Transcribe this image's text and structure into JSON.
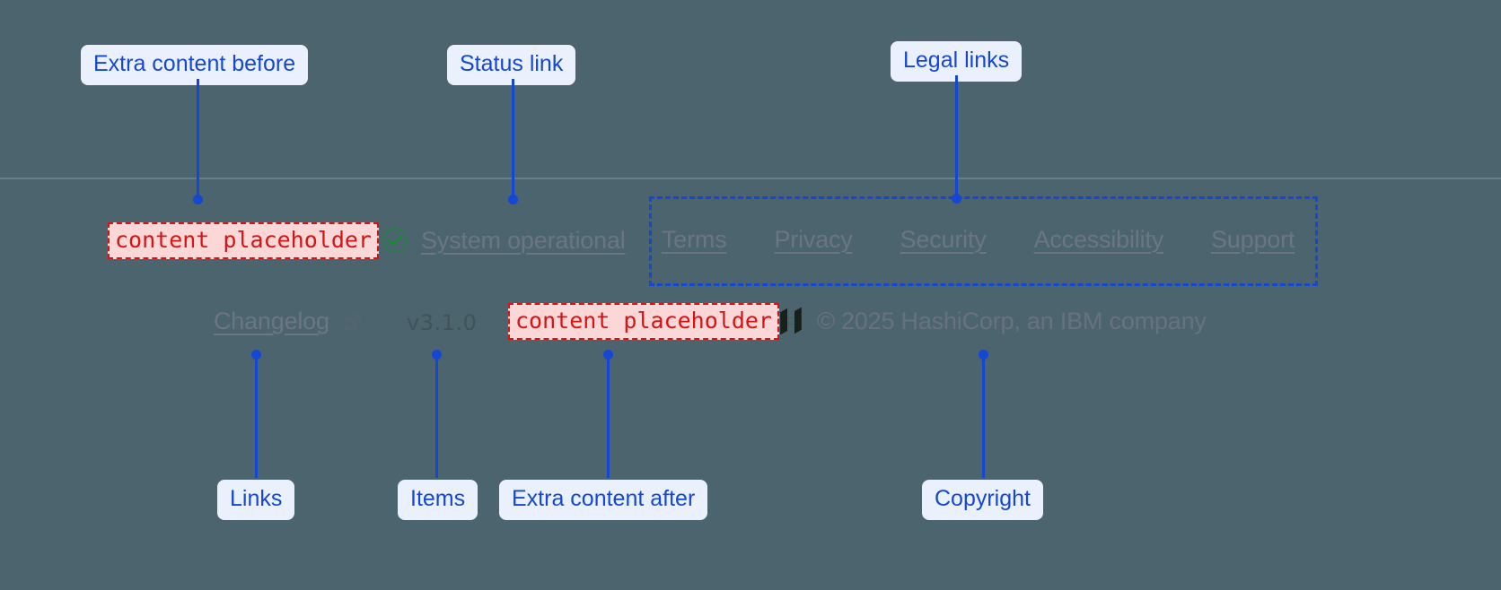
{
  "theme": {
    "background": "#4c646e",
    "divider": "#6b7a8c",
    "annotation_blue": "#1447d6",
    "annotation_label_bg": "#eaf1fd",
    "placeholder_red": "#d61414",
    "placeholder_bg": "#fbd7d7",
    "link_muted": "#6b7585",
    "status_ok_green": "#1a8a32"
  },
  "footer": {
    "extra_content_before": {
      "text": "content placeholder"
    },
    "extra_content_after": {
      "text": "content placeholder"
    },
    "status": {
      "icon": "check-circle-icon",
      "label": "System operational"
    },
    "legal_links": [
      {
        "label": "Terms"
      },
      {
        "label": "Privacy"
      },
      {
        "label": "Security"
      },
      {
        "label": "Accessibility"
      },
      {
        "label": "Support"
      }
    ],
    "changelog": {
      "label": "Changelog",
      "icon": "external-link-icon"
    },
    "version": {
      "label": "v3.1.0"
    },
    "copyright": {
      "logo": "hashicorp-logo",
      "text": "© 2025 HashiCorp, an IBM company"
    }
  },
  "annotations": [
    {
      "id": "extra-before",
      "label": "Extra content before"
    },
    {
      "id": "status-link",
      "label": "Status link"
    },
    {
      "id": "legal-links",
      "label": "Legal links"
    },
    {
      "id": "links",
      "label": "Links"
    },
    {
      "id": "items",
      "label": "Items"
    },
    {
      "id": "extra-after",
      "label": "Extra content after"
    },
    {
      "id": "copyright",
      "label": "Copyright"
    }
  ]
}
